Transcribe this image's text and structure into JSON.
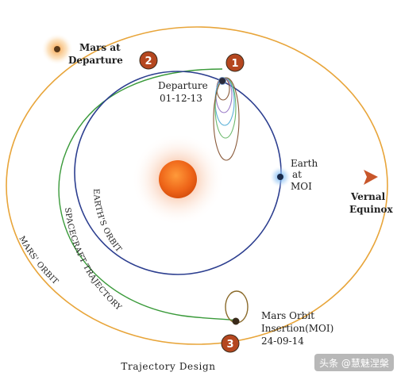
{
  "labels": {
    "mars_departure_1": "Mars at",
    "mars_departure_2": "Departure",
    "departure_1": "Departure",
    "departure_date": "01-12-13",
    "earth_moi_1": "Earth",
    "earth_moi_2": "at",
    "earth_moi_3": "MOI",
    "vernal_1": "Vernal",
    "vernal_2": "Equinox",
    "moi_1": "Mars Orbit",
    "moi_2": "Insertion(MOI)",
    "moi_date": "24-09-14",
    "earth_orbit": "EARTH'S ORBIT",
    "spacecraft_trajectory": "SPACECRAFT  TRAJECTORY",
    "mars_orbit": "MARS' ORBIT",
    "caption": "Trajectory Design"
  },
  "markers": [
    "1",
    "2",
    "3"
  ],
  "watermark": "头条 @慧魅涅槃",
  "colors": {
    "mars_orbit": "#e8a53a",
    "earth_orbit": "#2c3e8f",
    "trajectory": "#3a9a3a",
    "marker": "#b5471f",
    "sun": "#f06a1c",
    "vernal_arrow": "#c8562a"
  }
}
